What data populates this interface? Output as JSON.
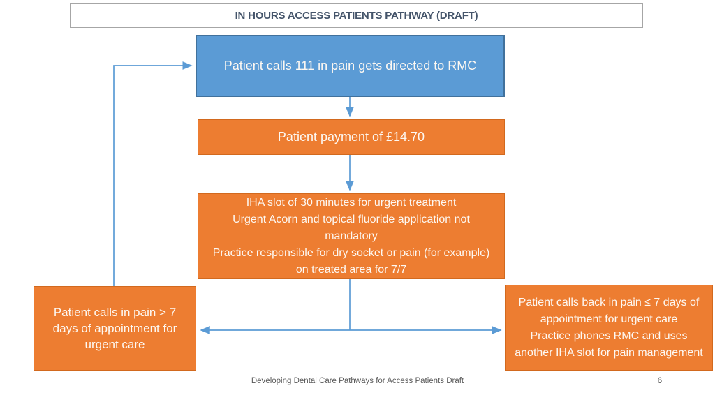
{
  "slide": {
    "title": "IN HOURS ACCESS PATIENTS PATHWAY (DRAFT)"
  },
  "flowchart": {
    "nodes": {
      "start": {
        "label": "Patient calls 111 in pain gets directed to RMC"
      },
      "payment": {
        "label": "Patient payment of £14.70"
      },
      "iha": {
        "lines": [
          "IHA slot of 30 minutes for urgent treatment",
          "Urgent Acorn and topical fluoride application not mandatory",
          "Practice responsible for dry socket or pain (for example) on treated area for 7/7"
        ]
      },
      "late": {
        "label": "Patient calls in pain > 7 days of appointment for urgent care"
      },
      "early": {
        "lines": [
          "Patient calls back in pain ≤ 7 days of appointment for urgent care",
          "Practice phones RMC and uses another IHA slot for pain management"
        ]
      }
    }
  },
  "footer": {
    "text": "Developing Dental Care Pathways for Access Patients Draft",
    "page": "6"
  },
  "colors": {
    "blue": "#5b9bd5",
    "blueBorder": "#41719c",
    "orange": "#ed7d31",
    "orangeBorder": "#d2691e",
    "arrow": "#5b9bd5",
    "titleText": "#44546a"
  }
}
